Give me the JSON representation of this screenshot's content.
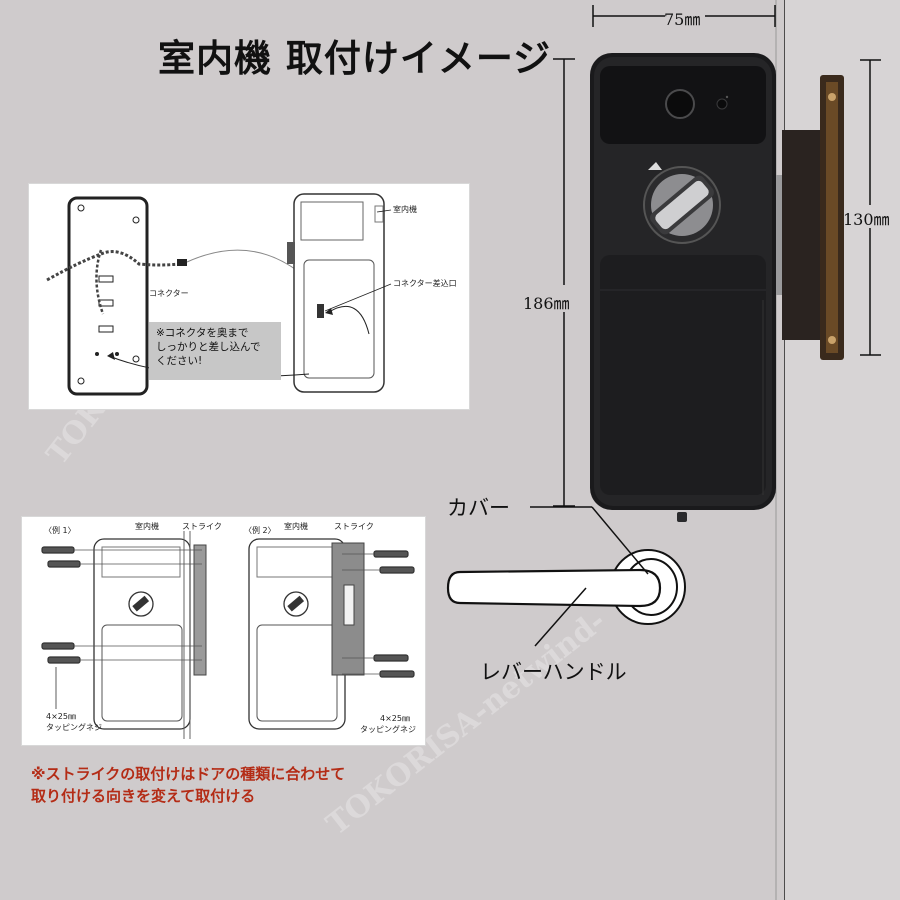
{
  "title": "室内機 取付けイメージ",
  "dimensions": {
    "width": "75㎜",
    "height": "186㎜",
    "depth": "130㎜"
  },
  "diagram1": {
    "label_unit": "室内機",
    "label_connector": "コネクター",
    "label_connector_port": "コネクター差込口",
    "note_lines": [
      "※コネクタを奥まで",
      "しっかりと差し込んで",
      "ください!"
    ]
  },
  "diagram2": {
    "example1_label": "〈例 1〉",
    "example2_label": "〈例 2〉",
    "unit_label": "室内機",
    "strike_label": "ストライク",
    "screw_size": "4×25㎜",
    "screw_name": "タッピングネジ"
  },
  "callouts": {
    "cover": "カバー",
    "lever": "レバーハンドル"
  },
  "footnote_lines": [
    "※ストライクの取付けはドアの種類に合わせて",
    "取り付ける向きを変えて取付ける"
  ],
  "watermark": "TOKORISA-netwind-",
  "colors": {
    "background": "#cfcbcc",
    "lock_body": "#1f1f21",
    "note_red": "#b42c16"
  }
}
